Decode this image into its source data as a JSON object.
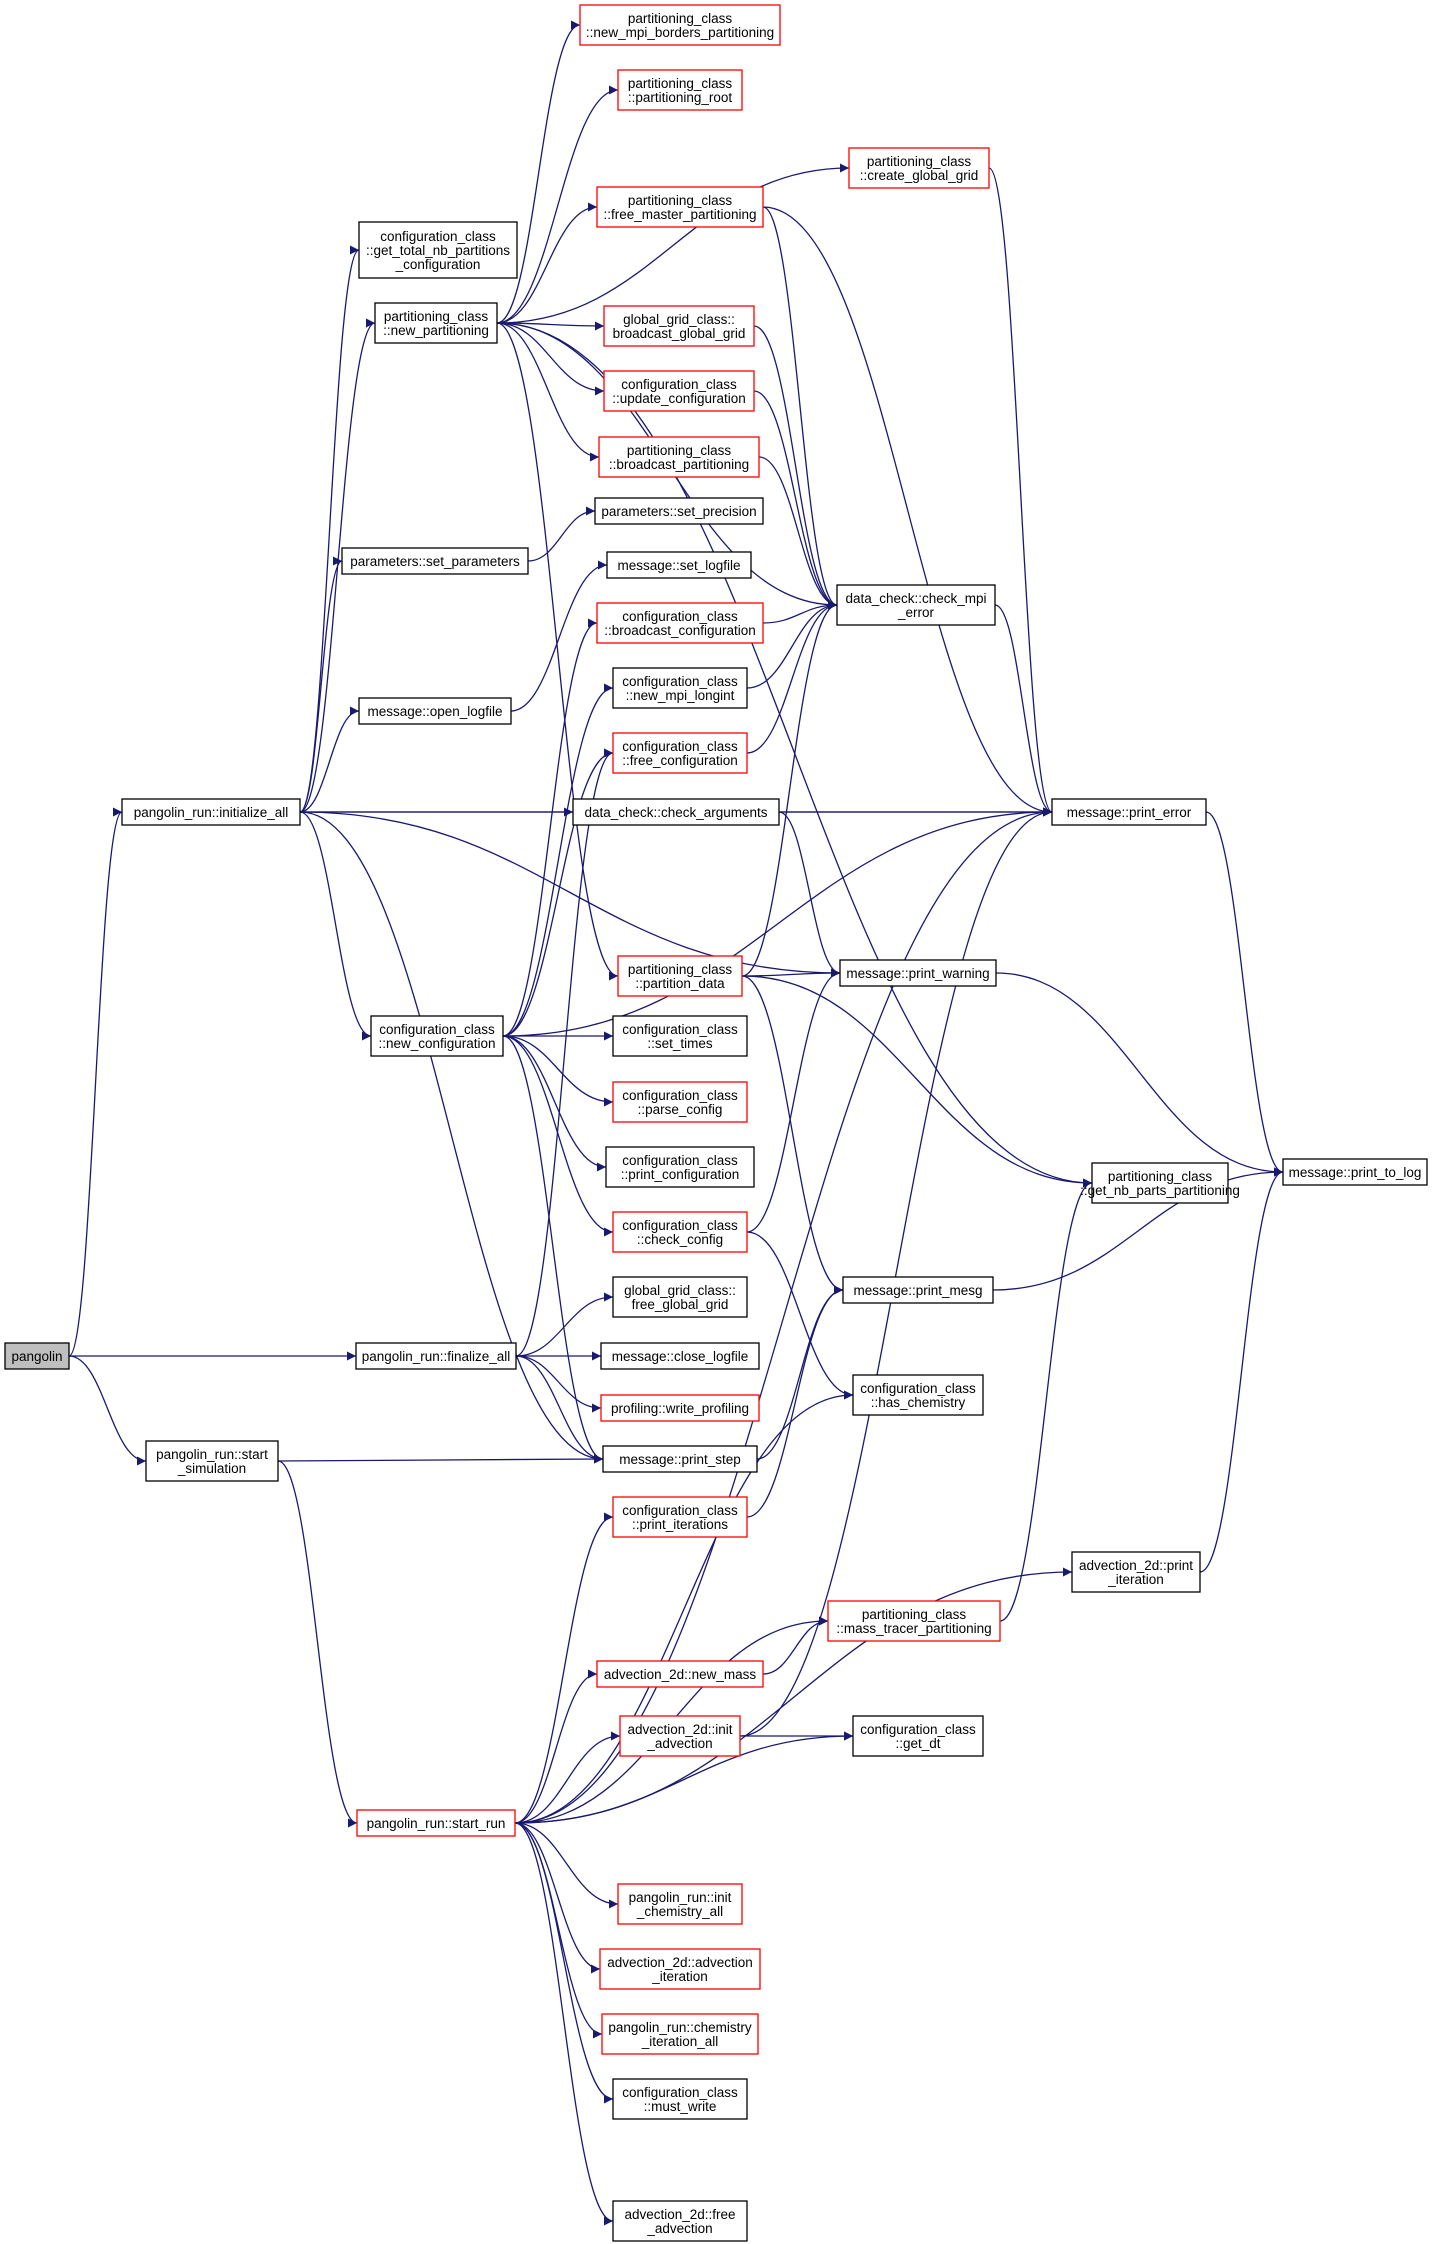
{
  "colors": {
    "edge": "#191970",
    "undocumented_border": "#ff0000",
    "documented_border": "#000000",
    "root_fill": "#bfbfbf"
  },
  "nodes": {
    "pangolin": {
      "lines": [
        "pangolin"
      ],
      "kind": "root"
    },
    "initialize_all": {
      "lines": [
        "pangolin_run::initialize_all"
      ],
      "kind": "black"
    },
    "finalize_all": {
      "lines": [
        "pangolin_run::finalize_all"
      ],
      "kind": "black"
    },
    "start_simulation": {
      "lines": [
        "pangolin_run::start",
        "_simulation"
      ],
      "kind": "black"
    },
    "start_run": {
      "lines": [
        "pangolin_run::start_run"
      ],
      "kind": "red"
    },
    "get_total_nb": {
      "lines": [
        "configuration_class",
        "::get_total_nb_partitions",
        "_configuration"
      ],
      "kind": "black"
    },
    "new_partitioning": {
      "lines": [
        "partitioning_class",
        "::new_partitioning"
      ],
      "kind": "black"
    },
    "set_parameters": {
      "lines": [
        "parameters::set_parameters"
      ],
      "kind": "black"
    },
    "open_logfile": {
      "lines": [
        "message::open_logfile"
      ],
      "kind": "black"
    },
    "new_configuration": {
      "lines": [
        "configuration_class",
        "::new_configuration"
      ],
      "kind": "black"
    },
    "new_mpi_borders": {
      "lines": [
        "partitioning_class",
        "::new_mpi_borders_partitioning"
      ],
      "kind": "red"
    },
    "partitioning_root": {
      "lines": [
        "partitioning_class",
        "::partitioning_root"
      ],
      "kind": "red"
    },
    "free_master": {
      "lines": [
        "partitioning_class",
        "::free_master_partitioning"
      ],
      "kind": "red"
    },
    "broadcast_global_grid": {
      "lines": [
        "global_grid_class::",
        "broadcast_global_grid"
      ],
      "kind": "red"
    },
    "update_configuration": {
      "lines": [
        "configuration_class",
        "::update_configuration"
      ],
      "kind": "red"
    },
    "broadcast_partitioning": {
      "lines": [
        "partitioning_class",
        "::broadcast_partitioning"
      ],
      "kind": "red"
    },
    "set_precision": {
      "lines": [
        "parameters::set_precision"
      ],
      "kind": "black"
    },
    "set_logfile": {
      "lines": [
        "message::set_logfile"
      ],
      "kind": "black"
    },
    "broadcast_configuration": {
      "lines": [
        "configuration_class",
        "::broadcast_configuration"
      ],
      "kind": "red"
    },
    "new_mpi_longint": {
      "lines": [
        "configuration_class",
        "::new_mpi_longint"
      ],
      "kind": "black"
    },
    "free_configuration": {
      "lines": [
        "configuration_class",
        "::free_configuration"
      ],
      "kind": "red"
    },
    "check_arguments": {
      "lines": [
        "data_check::check_arguments"
      ],
      "kind": "black"
    },
    "partition_data": {
      "lines": [
        "partitioning_class",
        "::partition_data"
      ],
      "kind": "red"
    },
    "set_times": {
      "lines": [
        "configuration_class",
        "::set_times"
      ],
      "kind": "black"
    },
    "parse_config": {
      "lines": [
        "configuration_class",
        "::parse_config"
      ],
      "kind": "red"
    },
    "print_configuration": {
      "lines": [
        "configuration_class",
        "::print_configuration"
      ],
      "kind": "black"
    },
    "check_config": {
      "lines": [
        "configuration_class",
        "::check_config"
      ],
      "kind": "red"
    },
    "free_global_grid": {
      "lines": [
        "global_grid_class::",
        "free_global_grid"
      ],
      "kind": "black"
    },
    "close_logfile": {
      "lines": [
        "message::close_logfile"
      ],
      "kind": "black"
    },
    "write_profiling": {
      "lines": [
        "profiling::write_profiling"
      ],
      "kind": "red"
    },
    "print_step": {
      "lines": [
        "message::print_step"
      ],
      "kind": "black"
    },
    "print_iterations": {
      "lines": [
        "configuration_class",
        "::print_iterations"
      ],
      "kind": "red"
    },
    "new_mass": {
      "lines": [
        "advection_2d::new_mass"
      ],
      "kind": "red"
    },
    "init_advection": {
      "lines": [
        "advection_2d::init",
        "_advection"
      ],
      "kind": "red"
    },
    "init_chemistry_all": {
      "lines": [
        "pangolin_run::init",
        "_chemistry_all"
      ],
      "kind": "red"
    },
    "advection_iteration": {
      "lines": [
        "advection_2d::advection",
        "_iteration"
      ],
      "kind": "red"
    },
    "chemistry_iteration_all": {
      "lines": [
        "pangolin_run::chemistry",
        "_iteration_all"
      ],
      "kind": "red"
    },
    "must_write": {
      "lines": [
        "configuration_class",
        "::must_write"
      ],
      "kind": "black"
    },
    "free_advection": {
      "lines": [
        "advection_2d::free",
        "_advection"
      ],
      "kind": "black"
    },
    "create_global_grid": {
      "lines": [
        "partitioning_class",
        "::create_global_grid"
      ],
      "kind": "red"
    },
    "check_mpi_error": {
      "lines": [
        "data_check::check_mpi",
        "_error"
      ],
      "kind": "black"
    },
    "print_warning": {
      "lines": [
        "message::print_warning"
      ],
      "kind": "black"
    },
    "print_mesg": {
      "lines": [
        "message::print_mesg"
      ],
      "kind": "black"
    },
    "has_chemistry": {
      "lines": [
        "configuration_class",
        "::has_chemistry"
      ],
      "kind": "black"
    },
    "mass_tracer": {
      "lines": [
        "partitioning_class",
        "::mass_tracer_partitioning"
      ],
      "kind": "red"
    },
    "get_dt": {
      "lines": [
        "configuration_class",
        "::get_dt"
      ],
      "kind": "black"
    },
    "print_error": {
      "lines": [
        "message::print_error"
      ],
      "kind": "black"
    },
    "get_nb_parts": {
      "lines": [
        "partitioning_class",
        "::get_nb_parts_partitioning"
      ],
      "kind": "black"
    },
    "advection_print_iteration": {
      "lines": [
        "advection_2d::print",
        "_iteration"
      ],
      "kind": "black"
    },
    "print_to_log": {
      "lines": [
        "message::print_to_log"
      ],
      "kind": "black"
    }
  },
  "edges": [
    [
      "pangolin",
      "initialize_all"
    ],
    [
      "pangolin",
      "finalize_all"
    ],
    [
      "pangolin",
      "start_simulation"
    ],
    [
      "initialize_all",
      "get_total_nb"
    ],
    [
      "initialize_all",
      "new_partitioning"
    ],
    [
      "initialize_all",
      "set_parameters"
    ],
    [
      "initialize_all",
      "open_logfile"
    ],
    [
      "initialize_all",
      "new_configuration"
    ],
    [
      "initialize_all",
      "check_arguments"
    ],
    [
      "initialize_all",
      "print_warning"
    ],
    [
      "initialize_all",
      "print_step"
    ],
    [
      "initialize_all",
      "print_error"
    ],
    [
      "new_partitioning",
      "new_mpi_borders"
    ],
    [
      "new_partitioning",
      "partitioning_root"
    ],
    [
      "new_partitioning",
      "create_global_grid"
    ],
    [
      "new_partitioning",
      "free_master"
    ],
    [
      "new_partitioning",
      "broadcast_global_grid"
    ],
    [
      "new_partitioning",
      "update_configuration"
    ],
    [
      "new_partitioning",
      "broadcast_partitioning"
    ],
    [
      "new_partitioning",
      "check_mpi_error"
    ],
    [
      "new_partitioning",
      "partition_data"
    ],
    [
      "new_partitioning",
      "get_nb_parts"
    ],
    [
      "set_parameters",
      "set_precision"
    ],
    [
      "open_logfile",
      "set_logfile"
    ],
    [
      "new_configuration",
      "broadcast_configuration"
    ],
    [
      "new_configuration",
      "new_mpi_longint"
    ],
    [
      "new_configuration",
      "free_configuration"
    ],
    [
      "new_configuration",
      "set_times"
    ],
    [
      "new_configuration",
      "parse_config"
    ],
    [
      "new_configuration",
      "print_configuration"
    ],
    [
      "new_configuration",
      "check_config"
    ],
    [
      "new_configuration",
      "print_step"
    ],
    [
      "new_configuration",
      "print_error"
    ],
    [
      "free_master",
      "check_mpi_error"
    ],
    [
      "free_master",
      "print_error"
    ],
    [
      "broadcast_global_grid",
      "check_mpi_error"
    ],
    [
      "update_configuration",
      "check_mpi_error"
    ],
    [
      "broadcast_partitioning",
      "check_mpi_error"
    ],
    [
      "broadcast_configuration",
      "check_mpi_error"
    ],
    [
      "new_mpi_longint",
      "check_mpi_error"
    ],
    [
      "free_configuration",
      "check_mpi_error"
    ],
    [
      "create_global_grid",
      "print_error"
    ],
    [
      "check_mpi_error",
      "print_error"
    ],
    [
      "check_arguments",
      "print_error"
    ],
    [
      "check_arguments",
      "print_warning"
    ],
    [
      "partition_data",
      "check_mpi_error"
    ],
    [
      "partition_data",
      "print_warning"
    ],
    [
      "partition_data",
      "get_nb_parts"
    ],
    [
      "partition_data",
      "print_mesg"
    ],
    [
      "check_config",
      "print_warning"
    ],
    [
      "check_config",
      "has_chemistry"
    ],
    [
      "print_warning",
      "print_to_log"
    ],
    [
      "print_error",
      "print_to_log"
    ],
    [
      "print_mesg",
      "print_to_log"
    ],
    [
      "finalize_all",
      "free_global_grid"
    ],
    [
      "finalize_all",
      "close_logfile"
    ],
    [
      "finalize_all",
      "write_profiling"
    ],
    [
      "finalize_all",
      "print_step"
    ],
    [
      "finalize_all",
      "free_configuration"
    ],
    [
      "start_simulation",
      "print_step"
    ],
    [
      "start_simulation",
      "start_run"
    ],
    [
      "print_step",
      "print_mesg"
    ],
    [
      "print_iterations",
      "print_mesg"
    ],
    [
      "start_run",
      "print_iterations"
    ],
    [
      "start_run",
      "has_chemistry"
    ],
    [
      "start_run",
      "mass_tracer"
    ],
    [
      "start_run",
      "new_mass"
    ],
    [
      "start_run",
      "init_advection"
    ],
    [
      "start_run",
      "init_chemistry_all"
    ],
    [
      "start_run",
      "advection_iteration"
    ],
    [
      "start_run",
      "chemistry_iteration_all"
    ],
    [
      "start_run",
      "must_write"
    ],
    [
      "start_run",
      "free_advection"
    ],
    [
      "start_run",
      "get_dt"
    ],
    [
      "start_run",
      "print_error"
    ],
    [
      "start_run",
      "advection_print_iteration"
    ],
    [
      "new_mass",
      "mass_tracer"
    ],
    [
      "init_advection",
      "get_dt"
    ],
    [
      "init_advection",
      "print_error"
    ],
    [
      "mass_tracer",
      "get_nb_parts"
    ],
    [
      "advection_print_iteration",
      "print_to_log"
    ]
  ]
}
